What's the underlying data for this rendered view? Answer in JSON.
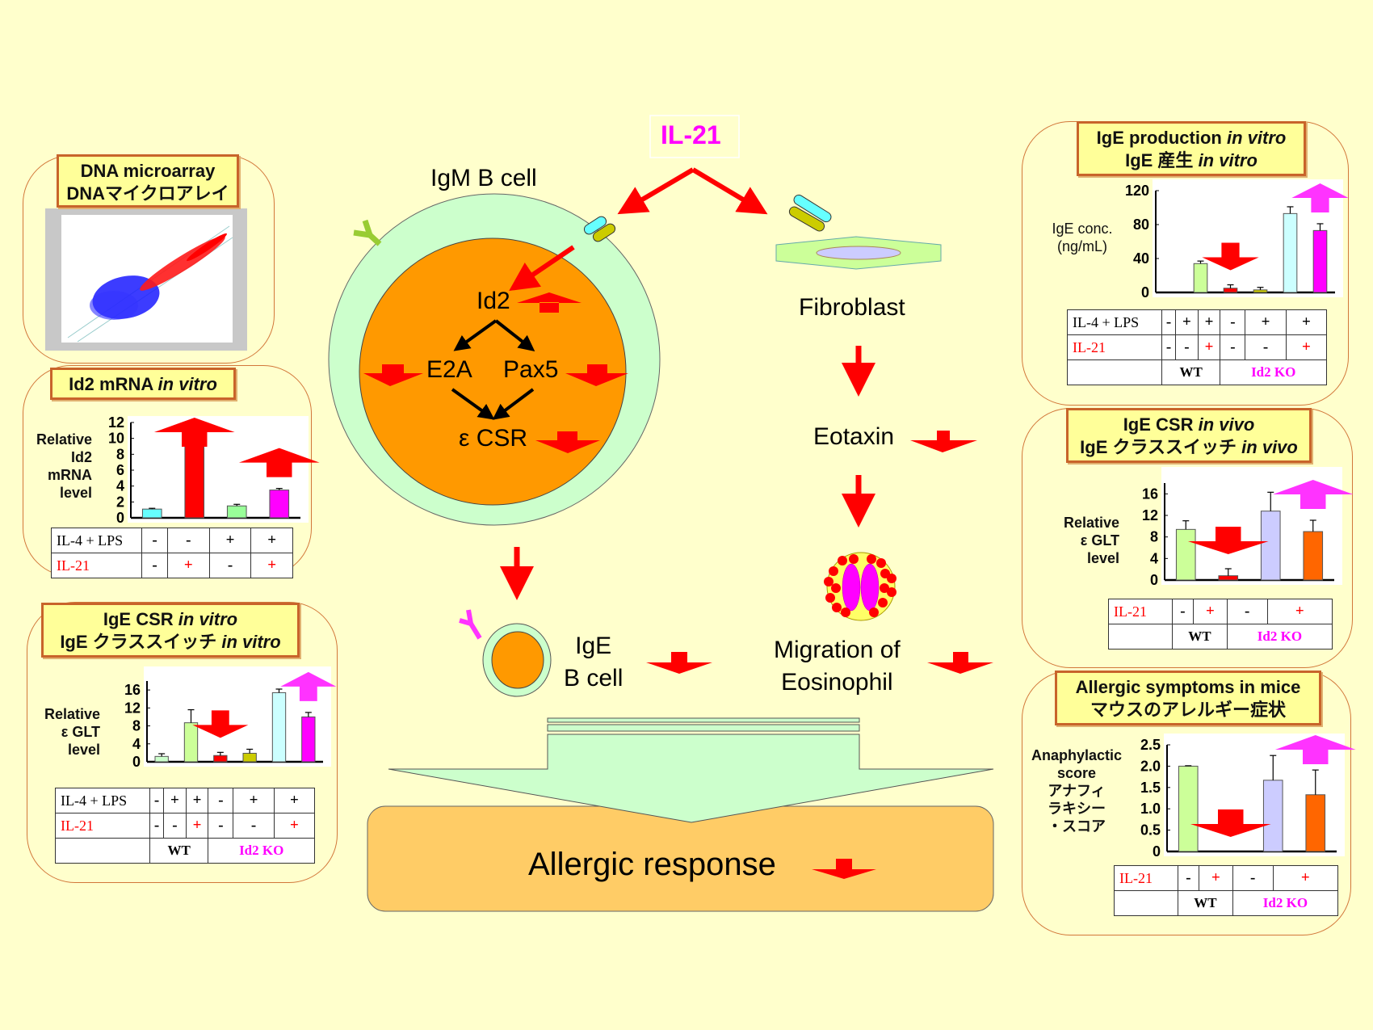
{
  "colors": {
    "background": "#ffffcc",
    "panel_border": "#d2773a",
    "title_fill": "#ffff99",
    "down_arrow": "#ff0000",
    "up_arrow_wt": "#ff0000",
    "up_arrow_ko": "#ff33ff",
    "il21": "#ff00ff",
    "cell_outer": "#ccffcc",
    "cell_nucleus": "#ff9900",
    "response_box": "#ffcc66"
  },
  "center": {
    "il21_label": "IL-21",
    "igm_bcell_label": "IgM B cell",
    "id2_label": "Id2",
    "e2a_label": "E2A",
    "pax5_label": "Pax5",
    "csr_label": "ε CSR",
    "fibroblast_label": "Fibroblast",
    "eotaxin_label": "Eotaxin",
    "ige_bcell_line1": "IgE",
    "ige_bcell_line2": "B cell",
    "migration_line1": "Migration of",
    "migration_line2": "Eosinophil",
    "allergic_response_label": "Allergic response"
  },
  "panels": {
    "microarray": {
      "title_line1": "DNA microarray",
      "title_line2": "DNAマイクロアレイ"
    },
    "id2_mrna": {
      "title": "Id2 mRNA",
      "title_italic": "in vitro",
      "ylabel_lines": [
        "Relative",
        "Id2",
        "mRNA",
        "level"
      ],
      "rows": [
        {
          "label": "IL-4 + LPS",
          "values": [
            "-",
            "-",
            "+",
            "+"
          ]
        },
        {
          "label": "IL-21",
          "values": [
            "-",
            "+",
            "-",
            "+"
          ]
        }
      ]
    },
    "ige_csr_vitro": {
      "title_line1": "IgE CSR",
      "title_line1_italic": "in vitro",
      "title_line2": "IgE クラススイッチ",
      "title_line2_italic": "in vitro",
      "ylabel_lines": [
        "Relative",
        "ε GLT",
        "level"
      ],
      "rows": [
        {
          "label": "IL-4 + LPS",
          "values": [
            "-",
            "+",
            "+",
            "-",
            "+",
            "+"
          ]
        },
        {
          "label": "IL-21",
          "values": [
            "-",
            "-",
            "+",
            "-",
            "-",
            "+"
          ]
        }
      ],
      "groups": [
        "WT",
        "Id2 KO"
      ]
    },
    "ige_production": {
      "title_line1": "IgE production",
      "title_line1_italic": "in vitro",
      "title_line2": "IgE 産生",
      "title_line2_italic": "in vitro",
      "ylabel_lines": [
        "IgE conc.",
        "(ng/mL)"
      ],
      "rows": [
        {
          "label": "IL-4 + LPS",
          "values": [
            "-",
            "+",
            "+",
            "-",
            "+",
            "+"
          ]
        },
        {
          "label": "IL-21",
          "values": [
            "-",
            "-",
            "+",
            "-",
            "-",
            "+"
          ]
        }
      ],
      "groups": [
        "WT",
        "Id2 KO"
      ]
    },
    "ige_csr_vivo": {
      "title_line1": "IgE CSR",
      "title_line1_italic": "in vivo",
      "title_line2": "IgE クラススイッチ",
      "title_line2_italic": "in vivo",
      "ylabel_lines": [
        "Relative",
        "ε GLT",
        "level"
      ],
      "rows": [
        {
          "label": "IL-21",
          "values": [
            "-",
            "+",
            "-",
            "+"
          ]
        }
      ],
      "groups": [
        "WT",
        "Id2 KO"
      ]
    },
    "allergic_symptoms": {
      "title_line1": "Allergic symptoms in mice",
      "title_line2": "マウスのアレルギー症状",
      "ylabel_lines": [
        "Anaphylactic",
        "score",
        "アナフィ",
        "ラキシー",
        "・スコア"
      ],
      "rows": [
        {
          "label": "IL-21",
          "values": [
            "-",
            "+",
            "-",
            "+"
          ]
        }
      ],
      "groups": [
        "WT",
        "Id2 KO"
      ]
    }
  },
  "chart_data": [
    {
      "id": "id2_mrna",
      "type": "bar",
      "title": "Id2 mRNA in vitro",
      "ylabel": "Relative Id2 mRNA level",
      "ylim": [
        0,
        12
      ],
      "yticks": [
        0,
        2,
        4,
        6,
        8,
        10,
        12
      ],
      "categories": [
        "-/-",
        "-/+",
        "+/-",
        "+/+"
      ],
      "values": [
        1.1,
        9.4,
        1.5,
        3.5
      ],
      "errors": [
        0.1,
        1.8,
        0.2,
        0.2
      ],
      "bar_colors": [
        "#66ffff",
        "#ff0000",
        "#99ff99",
        "#ff00ff"
      ],
      "arrows": [
        {
          "bar": 1,
          "dir": "up",
          "color": "#ff0000"
        },
        {
          "bar": 3,
          "dir": "up",
          "color": "#ff0000"
        }
      ]
    },
    {
      "id": "ige_csr_vitro",
      "type": "bar",
      "title": "IgE CSR in vitro",
      "ylabel": "Relative ε GLT level",
      "ylim": [
        0,
        18
      ],
      "yticks": [
        0,
        4,
        8,
        12,
        16
      ],
      "categories": [
        "WT -/-",
        "WT +/-",
        "WT +/+",
        "KO -/-",
        "KO +/-",
        "KO +/+"
      ],
      "values": [
        1.2,
        8.7,
        1.4,
        1.9,
        15.4,
        10.0
      ],
      "errors": [
        0.6,
        2.9,
        0.7,
        0.9,
        0.8,
        1.0
      ],
      "bar_colors": [
        "#ccffcc",
        "#ccff99",
        "#ff0000",
        "#cccc00",
        "#ccffff",
        "#ff00ff"
      ],
      "arrows": [
        {
          "bar": 2,
          "dir": "down",
          "color": "#ff0000"
        },
        {
          "bar": 5,
          "dir": "up",
          "color": "#ff33ff"
        }
      ]
    },
    {
      "id": "ige_production",
      "type": "bar",
      "title": "IgE production in vitro",
      "ylabel": "IgE conc. (ng/mL)",
      "ylim": [
        0,
        120
      ],
      "yticks": [
        0,
        40,
        80,
        120
      ],
      "categories": [
        "WT -/-",
        "WT +/-",
        "WT +/+",
        "KO -/-",
        "KO +/-",
        "KO +/+"
      ],
      "values": [
        0,
        34,
        5,
        3,
        93,
        73
      ],
      "errors": [
        0,
        3,
        4,
        3,
        8,
        8
      ],
      "bar_colors": [
        "#ccff99",
        "#ccff99",
        "#ff0000",
        "#cccc00",
        "#ccffff",
        "#ff00ff"
      ],
      "arrows": [
        {
          "bar": 2,
          "dir": "down",
          "color": "#ff0000"
        },
        {
          "bar": 5,
          "dir": "up",
          "color": "#ff33ff"
        }
      ]
    },
    {
      "id": "ige_csr_vivo",
      "type": "bar",
      "title": "IgE CSR in vivo",
      "ylabel": "Relative ε GLT level",
      "ylim": [
        0,
        18
      ],
      "yticks": [
        0,
        4,
        8,
        12,
        16
      ],
      "categories": [
        "WT -",
        "WT +",
        "KO -",
        "KO +"
      ],
      "values": [
        9.4,
        0.8,
        12.8,
        9.0
      ],
      "errors": [
        1.6,
        1.3,
        3.5,
        2.1
      ],
      "bar_colors": [
        "#ccff99",
        "#ff0000",
        "#ccccff",
        "#ff6600"
      ],
      "arrows": [
        {
          "bar": 1,
          "dir": "down",
          "color": "#ff0000"
        },
        {
          "bar": 3,
          "dir": "up",
          "color": "#ff33ff"
        }
      ]
    },
    {
      "id": "allergic_symptoms",
      "type": "bar",
      "title": "Allergic symptoms in mice",
      "ylabel": "Anaphylactic score",
      "ylim": [
        0,
        2.5
      ],
      "yticks": [
        0,
        0.5,
        1.0,
        1.5,
        2.0,
        2.5
      ],
      "ytick_labels": [
        "0",
        "0.5",
        "1.0",
        "1.5",
        "2.0",
        "2.5"
      ],
      "categories": [
        "WT -",
        "WT +",
        "KO -",
        "KO +"
      ],
      "values": [
        2.0,
        0,
        1.67,
        1.33
      ],
      "errors": [
        0.01,
        0,
        0.58,
        0.58
      ],
      "bar_colors": [
        "#ccff99",
        "#ff0000",
        "#ccccff",
        "#ff6600"
      ],
      "arrows": [
        {
          "bar": 1,
          "dir": "down",
          "color": "#ff0000"
        },
        {
          "bar": 3,
          "dir": "up",
          "color": "#ff33ff"
        }
      ]
    }
  ]
}
